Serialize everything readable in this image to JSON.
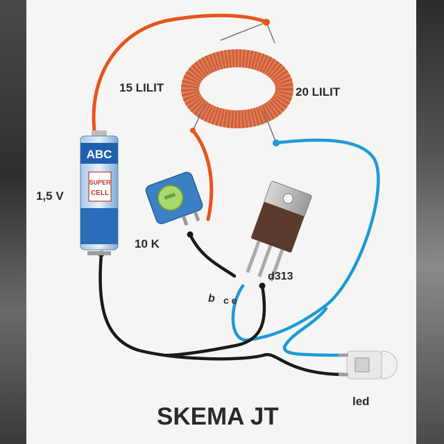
{
  "title": "SKEMA JT",
  "labels": {
    "coil_primary": "15 LILIT",
    "coil_secondary": "20 LILIT",
    "battery_voltage": "1,5 V",
    "resistor": "10 K",
    "transistor": "d313",
    "pin_b": "b",
    "pin_ce": "c e",
    "led": "led"
  },
  "battery_text": {
    "brand": "ABC",
    "line1": "SUPER",
    "line2": "CELL"
  },
  "colors": {
    "wire_red": "#e8541e",
    "wire_blue": "#1e9ad6",
    "wire_black": "#1a1a1a",
    "coil": "#e07a52",
    "trimpot_body": "#3b7fc4",
    "trimpot_knob": "#a9d86e",
    "transistor_body": "#5a3a2c",
    "transistor_tab": "#b8b8b8"
  },
  "icons": [
    "battery-icon",
    "toroid-coil-icon",
    "trimpot-icon",
    "transistor-icon",
    "led-icon"
  ]
}
